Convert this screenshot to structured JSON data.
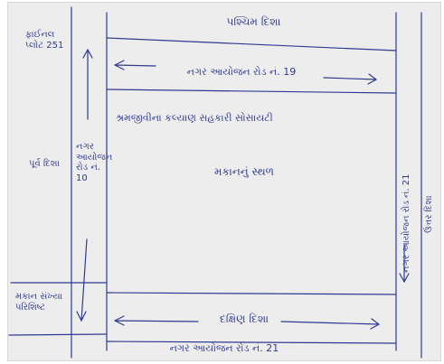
{
  "top_label": "પશ્ચિમ દિશા",
  "top_road_label": "નગર આયોજન રોડ નં. 19",
  "property_title": "શ્રમજીવીના કલ્યાણ સહકારી સોસાયટી",
  "center_label": "મકાનનું સ્થળ",
  "left_plot_top": "ફાઈનલ પ્લોટ 251",
  "left_plot_mid": "પૂર્વ દિશા",
  "left_road_vertical": "નગર આયોજન રોડ નં. 10",
  "left_bottom_label": "મકાન સંખ્યા પરિશિષ્ટ",
  "right_road_vertical": "નગર આયોજન રોડ નં. 21",
  "right_outer_vertical": "ઉત્તર દિશા",
  "bottom_label": "દક્ષિણ દિશા",
  "bottom_road_label": "નગર આયોજન રોડ નં. 21",
  "colors": {
    "ink": "#2f3a93",
    "paper": "#ededed"
  }
}
